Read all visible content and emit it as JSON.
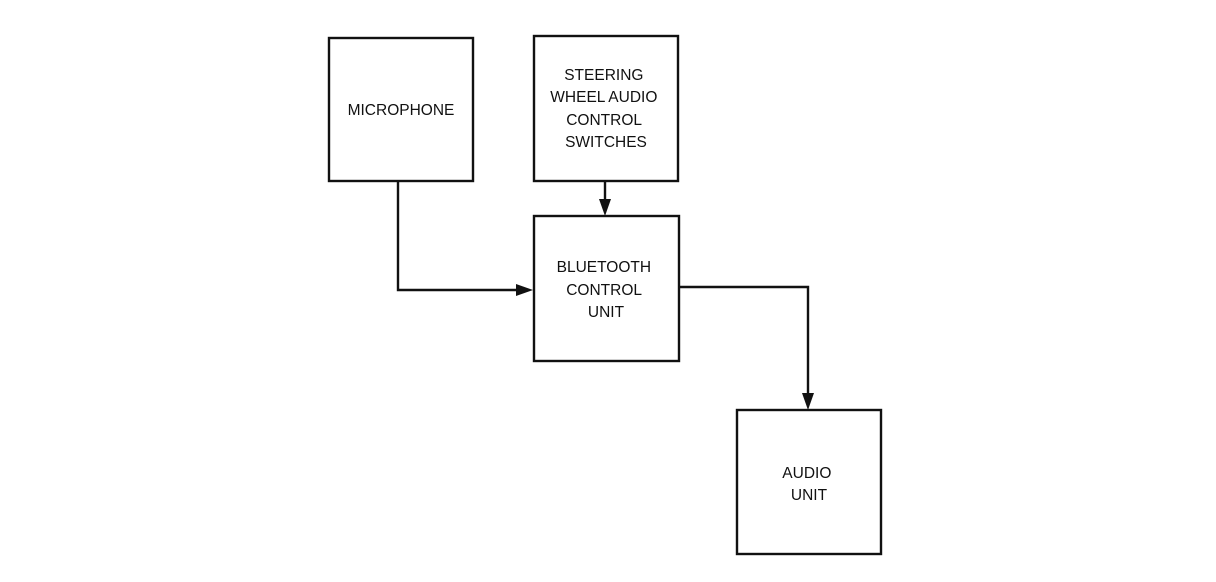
{
  "diagram": {
    "blocks": {
      "microphone": {
        "lines": [
          "MICROPHONE"
        ]
      },
      "steering_switches": {
        "lines": [
          "STEERING",
          "WHEEL AUDIO",
          "CONTROL",
          "SWITCHES"
        ]
      },
      "bluetooth_unit": {
        "lines": [
          "BLUETOOTH",
          "CONTROL",
          "UNIT"
        ]
      },
      "audio_unit": {
        "lines": [
          "AUDIO",
          "UNIT"
        ]
      }
    },
    "connections": [
      {
        "from": "microphone",
        "to": "bluetooth_unit"
      },
      {
        "from": "steering_switches",
        "to": "bluetooth_unit"
      },
      {
        "from": "bluetooth_unit",
        "to": "audio_unit"
      }
    ]
  }
}
